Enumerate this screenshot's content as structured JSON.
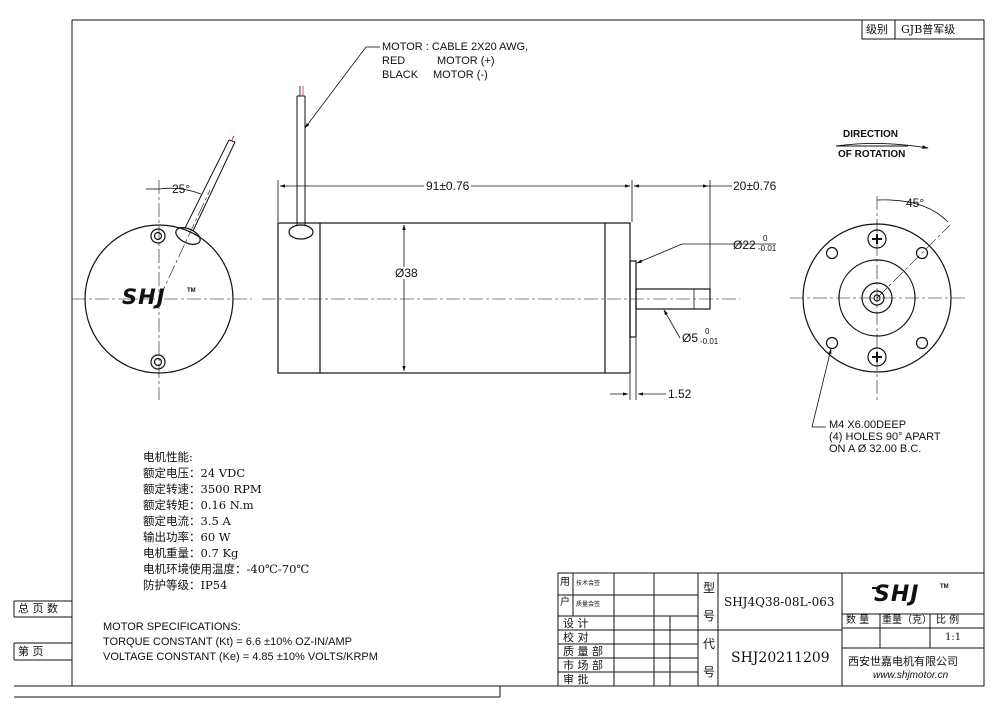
{
  "title_block": {
    "grade_label": "级别",
    "grade_value": "GJB普军级",
    "total_pages_label": "总 页 数",
    "page_label": "第    页",
    "user_label_1": "用",
    "user_label_2": "户",
    "tech_sign_label": "技术会签",
    "quality_sign_label": "质量会签",
    "design_label": "设    计",
    "check_label": "校    对",
    "quality_dept_label": "质 量 部",
    "market_dept_label": "市 场 部",
    "approve_label": "审    批",
    "model_label_1": "型",
    "model_label_2": "号",
    "model_value": "SHJ4Q38-08L-063",
    "code_label_1": "代",
    "code_label_2": "号",
    "code_value": "SHJ20211209",
    "quantity_label": "数  量",
    "weight_label": "重量（克）",
    "ratio_label": "比  例",
    "ratio_value": "1:1",
    "company_name": "西安世嘉电机有限公司",
    "website": "www.shjmotor.cn",
    "logo_text": "SHJ",
    "logo_tm": "TM"
  },
  "annotations": {
    "cable_line1": "MOTOR :  CABLE 2X20 AWG,",
    "cable_line2_a": "RED",
    "cable_line2_b": "MOTOR (+)",
    "cable_line3_a": "BLACK",
    "cable_line3_b": "MOTOR (-)",
    "direction_line1": "DIRECTION",
    "direction_line2": "OF ROTATION",
    "angle_left": "25°",
    "angle_right": "45°",
    "length_body": "91±0.76",
    "length_shaft": "20±0.76",
    "diameter_body": "Ø38",
    "diameter_pilot": "Ø22",
    "diameter_pilot_tol_upper": "0",
    "diameter_pilot_tol_lower": "-0.01",
    "diameter_shaft": "Ø5",
    "diameter_shaft_tol_upper": "0",
    "diameter_shaft_tol_lower": "-0.01",
    "flange_thickness": "1.52",
    "holes_line1": "M4 X6.00DEEP",
    "holes_line2": "(4) HOLES 90° APART",
    "holes_line3": "ON A Ø 32.00 B.C.",
    "front_logo": "SHJ",
    "front_logo_tm": "TM"
  },
  "performance": {
    "heading": "电机性能:",
    "rows": [
      "额定电压：24   VDC",
      "额定转速：3500  RPM",
      "额定转矩：0.16  N.m",
      "额定电流：3.5   A",
      "输出功率：60    W",
      "电机重量：0.7  Kg",
      "电机环境使用温度：-40℃-70℃",
      "防护等级：IP54"
    ]
  },
  "motor_specs": {
    "heading": "MOTOR SPECIFICATIONS:",
    "torque": "TORQUE CONSTANT (Kt) = 6.6 ±10% OZ-IN/AMP",
    "voltage": "VOLTAGE CONSTANT (Ke) = 4.85 ±10% VOLTS/KRPM"
  }
}
